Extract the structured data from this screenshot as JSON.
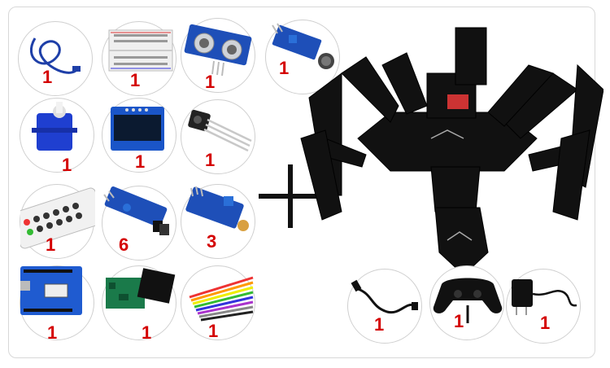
{
  "components": [
    {
      "name": "usb-cable",
      "qty": "1"
    },
    {
      "name": "breadboard",
      "qty": "1"
    },
    {
      "name": "ultrasonic-sensor",
      "qty": "1"
    },
    {
      "name": "sound-sensor-module",
      "qty": "1"
    },
    {
      "name": "servo-motor",
      "qty": "1"
    },
    {
      "name": "oled-display",
      "qty": "1"
    },
    {
      "name": "ir-receiver",
      "qty": "1"
    },
    {
      "name": "ir-remote",
      "qty": "1"
    },
    {
      "name": "ir-obstacle-sensor",
      "qty": "6"
    },
    {
      "name": "light-sensor-module",
      "qty": "3"
    },
    {
      "name": "arduino-board",
      "qty": "1"
    },
    {
      "name": "bluetooth-module",
      "qty": "1"
    },
    {
      "name": "jumper-wires",
      "qty": "1"
    },
    {
      "name": "usb-cable-black",
      "qty": "1"
    },
    {
      "name": "gamepad-controller",
      "qty": "1"
    },
    {
      "name": "power-adapter",
      "qty": "1"
    }
  ],
  "colors": {
    "quantity": "#d40000",
    "frame": "#d8d8d8",
    "robot": "#111111"
  }
}
